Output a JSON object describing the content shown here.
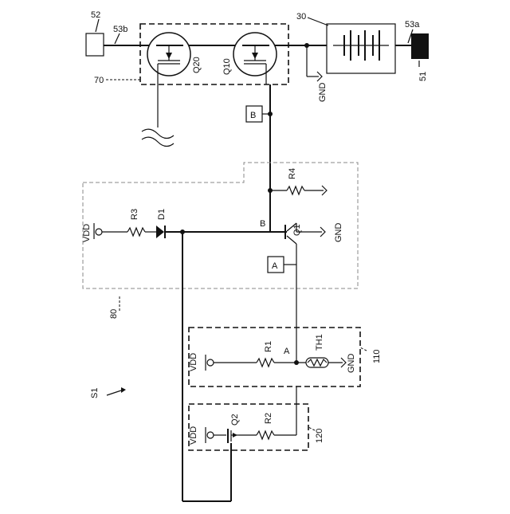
{
  "labels": {
    "n52": "52",
    "n53b": "53b",
    "n30": "30",
    "n53a": "53a",
    "n51": "51",
    "n70": "70",
    "q20": "Q20",
    "q10": "Q10",
    "gnd": "GND",
    "b": "B",
    "a": "A",
    "r4": "R4",
    "vdd": "VDD",
    "r3": "R3",
    "d1": "D1",
    "q1": "Q1",
    "n80": "80",
    "r1": "R1",
    "th1": "TH1",
    "n110": "110",
    "s1": "S1",
    "r2": "R2",
    "q2": "Q2",
    "n120": "120"
  }
}
